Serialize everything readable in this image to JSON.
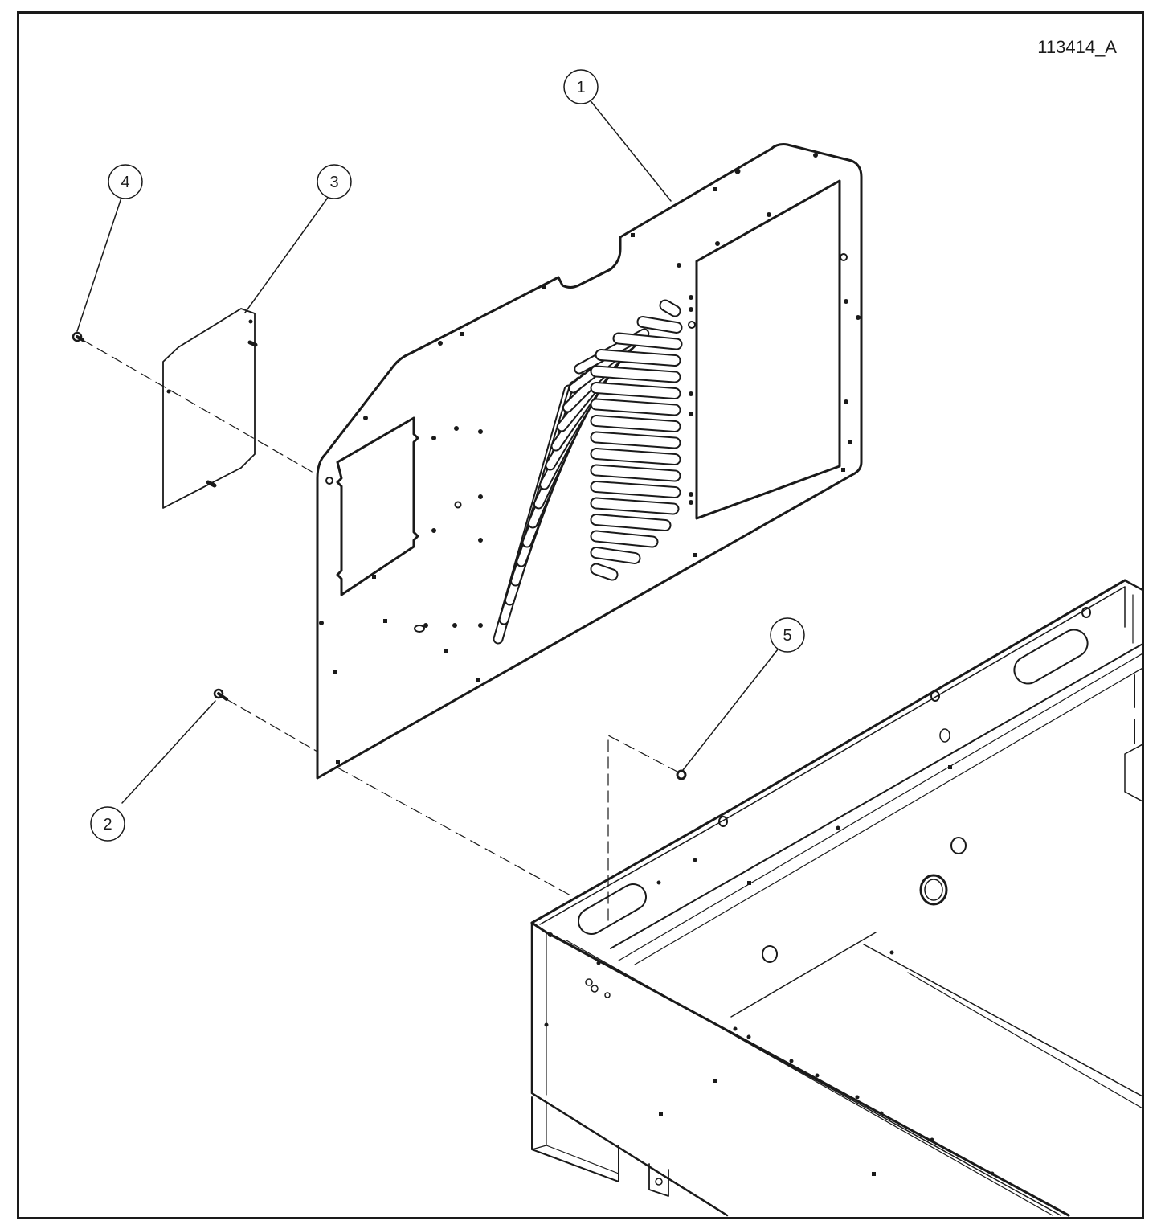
{
  "drawing_number": "113414_A",
  "callouts": [
    {
      "id": "callout-1",
      "label": "1",
      "part": "back panel"
    },
    {
      "id": "callout-2",
      "label": "2",
      "part": "screw"
    },
    {
      "id": "callout-3",
      "label": "3",
      "part": "cover plate"
    },
    {
      "id": "callout-4",
      "label": "4",
      "part": "screw"
    },
    {
      "id": "callout-5",
      "label": "5",
      "part": "nut"
    }
  ],
  "colors": {
    "line": "#1a1a1a",
    "background": "#ffffff"
  }
}
